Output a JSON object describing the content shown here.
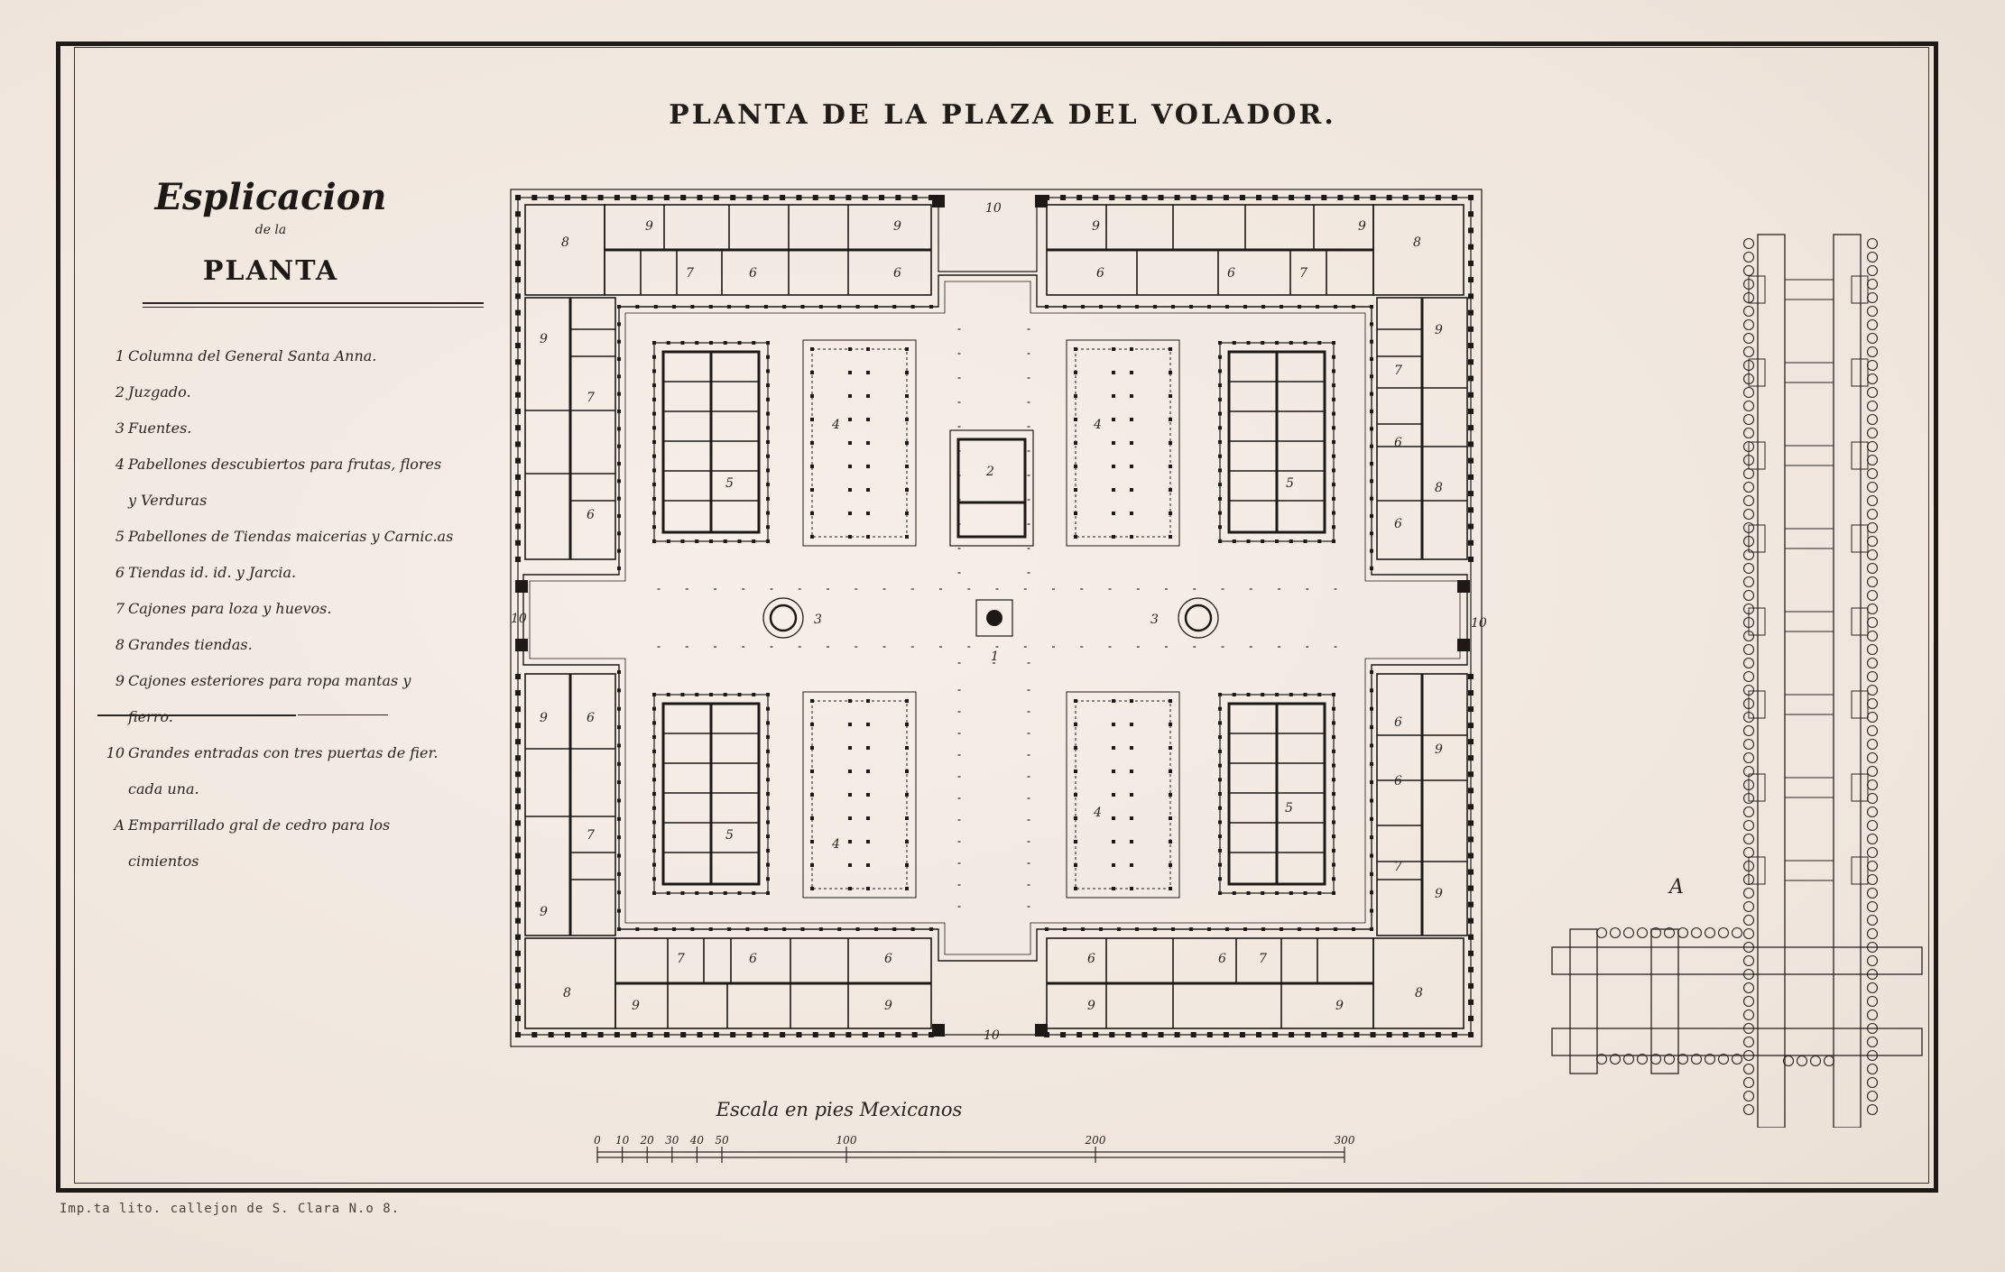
{
  "title": "PLANTA DE LA PLAZA DEL VOLADOR.",
  "legend": {
    "heading": "Esplicacion",
    "subheading": "de la",
    "heading2": "PLANTA",
    "items": [
      {
        "key": "1",
        "text": "Columna del General Santa Anna."
      },
      {
        "key": "2",
        "text": "Juzgado."
      },
      {
        "key": "3",
        "text": "Fuentes."
      },
      {
        "key": "4",
        "text": "Pabellones descubiertos para frutas, flores"
      },
      {
        "key": "",
        "text": "y Verduras"
      },
      {
        "key": "5",
        "text": "Pabellones de Tiendas maicerias y Carnic.as"
      },
      {
        "key": "6",
        "text": "Tiendas id. id. y Jarcia."
      },
      {
        "key": "7",
        "text": "Cajones para loza y huevos."
      },
      {
        "key": "8",
        "text": "Grandes tiendas."
      },
      {
        "key": "9",
        "text": "Cajones esteriores para ropa mantas y"
      },
      {
        "key": "",
        "text": "fierro."
      },
      {
        "key": "10",
        "text": "Grandes entradas con tres puertas de fier."
      },
      {
        "key": "",
        "text": "cada una."
      },
      {
        "key": "A",
        "text": "Emparrillado gral de cedro para los"
      },
      {
        "key": "",
        "text": "cimientos"
      }
    ]
  },
  "plan_labels": {
    "n1": "1",
    "n2": "2",
    "n3": "3",
    "n4": "4",
    "n5": "5",
    "n6": "6",
    "n7": "7",
    "n8": "8",
    "n9": "9",
    "n10": "10"
  },
  "detail_label": "A",
  "scale": {
    "title": "Escala en pies Mexicanos",
    "ticks": [
      "0",
      "10",
      "20",
      "30",
      "40",
      "50",
      "100",
      "200",
      "300"
    ]
  },
  "printer": "Imp.ta lito. callejon de S. Clara N.o 8."
}
